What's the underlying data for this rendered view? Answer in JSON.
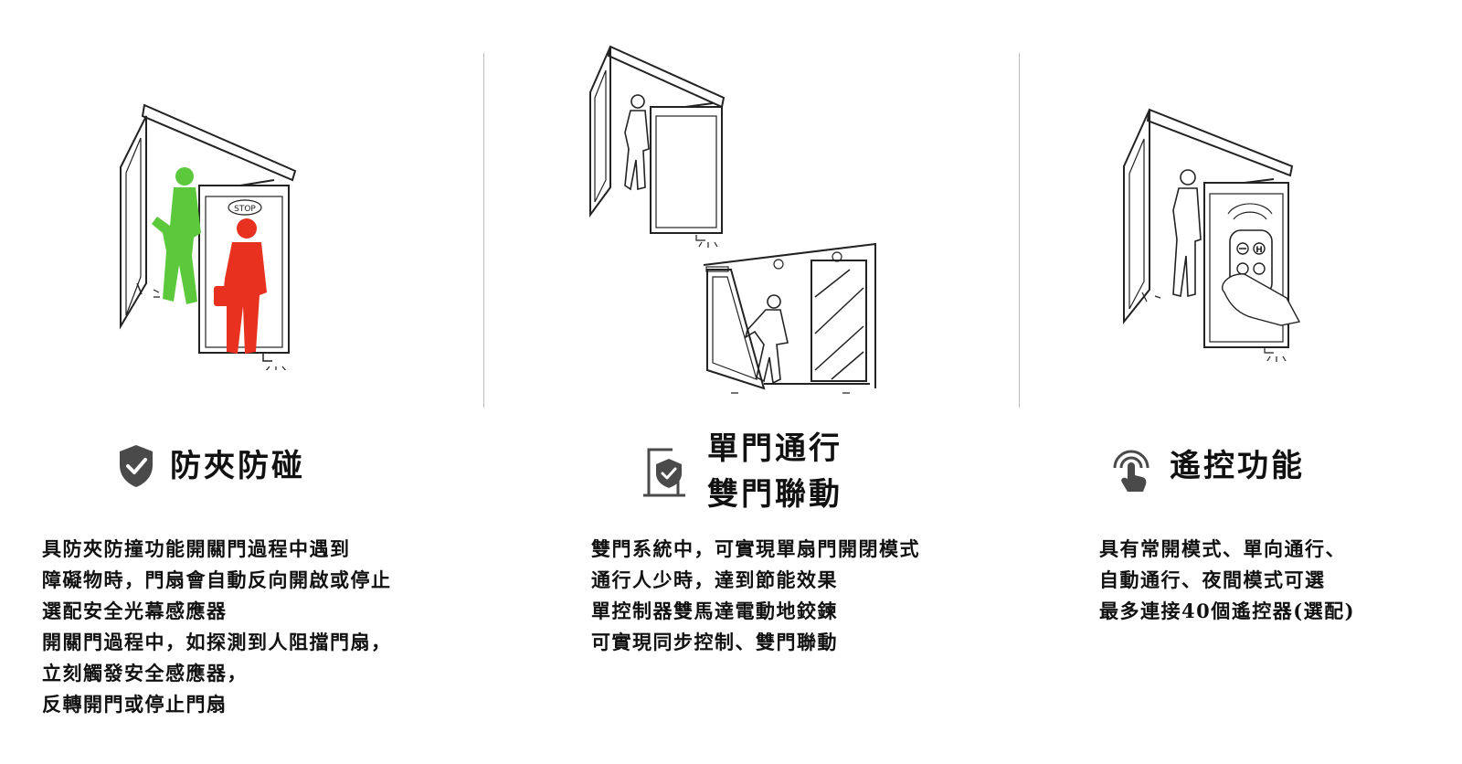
{
  "features": [
    {
      "title": "防夾防碰",
      "icon": "shield-check-icon",
      "illustration": "swing-door-anti-pinch-illustration",
      "stop_sign": "STOP",
      "description": [
        "具防夾防撞功能開關門過程中遇到",
        "障礙物時，門扇會自動反向開啟或停止",
        "選配安全光幕感應器",
        "開關門過程中，如探測到人阻擋門扇，",
        "立刻觸發安全感應器，",
        "反轉開門或停止門扇"
      ]
    },
    {
      "title_lines": [
        "單門通行",
        "雙門聯動"
      ],
      "icon": "door-shield-icon",
      "illustration": "single-and-double-door-illustration",
      "description": [
        "雙門系統中，可實現單扇門開閉模式",
        "通行人少時，達到節能效果",
        "單控制器雙馬達電動地鉸鍊",
        "可實現同步控制、雙門聯動"
      ]
    },
    {
      "title": "遙控功能",
      "icon": "touch-tap-icon",
      "illustration": "remote-control-door-illustration",
      "remote_button": "H",
      "description": [
        "具有常開模式、單向通行、",
        "自動通行、夜間模式可選",
        "最多連接40個遙控器(選配)"
      ]
    }
  ],
  "colors": {
    "green_person": "#5cc93c",
    "red_person": "#e8321f",
    "icon_gray": "#4a4a4a",
    "divider": "#bdbdbd"
  }
}
